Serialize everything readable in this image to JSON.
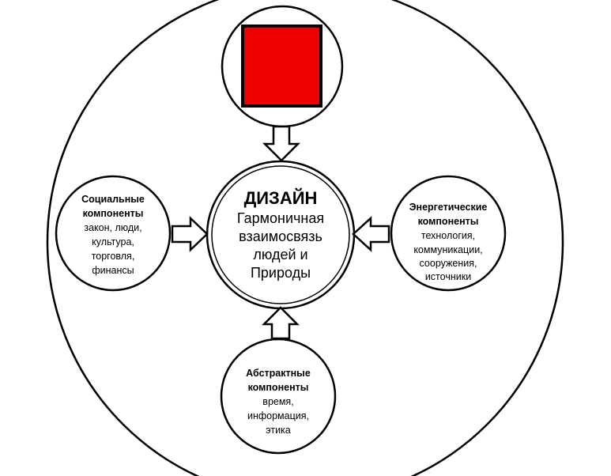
{
  "colors": {
    "stroke": "#000000",
    "background": "#ffffff",
    "accent_square": "#ee0000"
  },
  "center": {
    "title": "ДИЗАЙН",
    "lines": [
      "Гармоничная",
      "взаимосвязь",
      "людей и",
      "Природы"
    ]
  },
  "social": {
    "title_lines": [
      "Социальные",
      "компоненты"
    ],
    "lines": [
      "закон, люди,",
      "культура,",
      "торговля,",
      "финансы"
    ]
  },
  "energy": {
    "title_lines": [
      "Энергетические",
      "компоненты"
    ],
    "lines": [
      "технология,",
      "коммуникации,",
      "сооружения,",
      "источники"
    ]
  },
  "abstract": {
    "title_lines": [
      "Абстрактные",
      "компоненты"
    ],
    "lines": [
      "время,",
      "информация,",
      "этика"
    ]
  },
  "top_node": {
    "icon": "red-square-icon"
  },
  "arrows": {
    "icon": "hollow-arrow-icon"
  }
}
